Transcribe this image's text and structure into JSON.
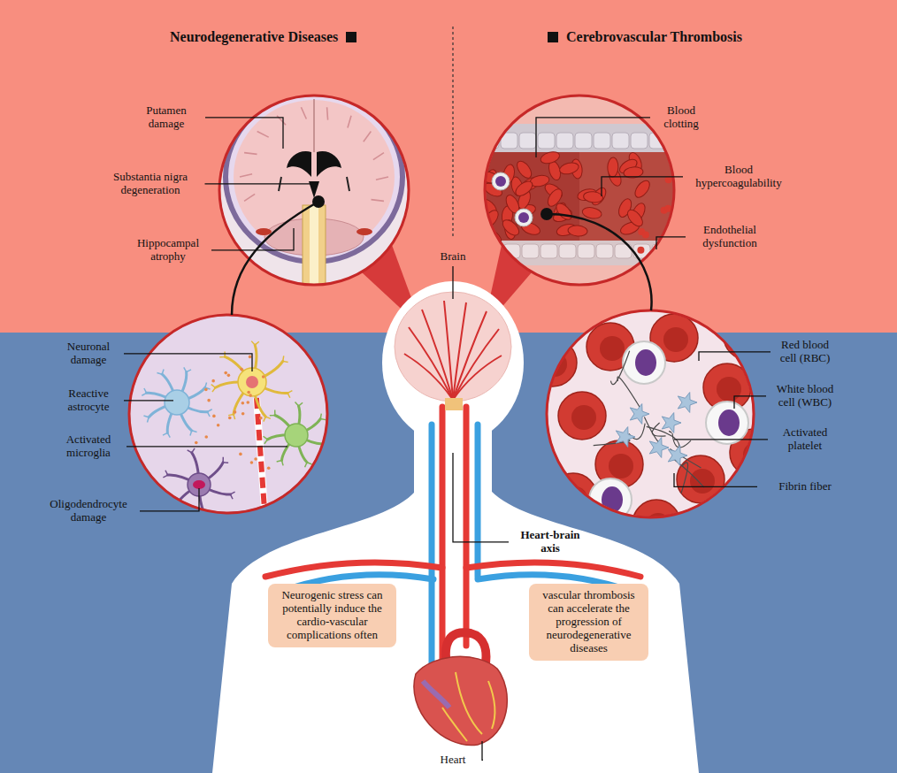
{
  "diagram": {
    "nodes": [
      {
        "text": [
          "Neurogenic stress can potentially induce the cardio-vascular complications often"
        ]
      },
      {
        "text": [
          "vascular thrombosis can accelerate the progression of neurodegenerative diseases"
        ]
      }
    ],
    "labels": [
      "Neurodegenerative Diseases",
      "Cerebrovascular Thrombosis",
      "Putamen damage",
      "Substantia nigra degeneration",
      "Hippocampal atrophy",
      "Blood clotting",
      "Blood hypercoagulability",
      "Endothelial dysfunction",
      "Brain",
      "Neuronal damage",
      "Reactive astrocyte",
      "Activated microglia",
      "Oligodendrocyte damage",
      "Red blood cell (RBC)",
      "White blood cell (WBC)",
      "Activated platelet",
      "Fibrin fiber",
      "Heart-brain axis",
      "Heart"
    ]
  }
}
